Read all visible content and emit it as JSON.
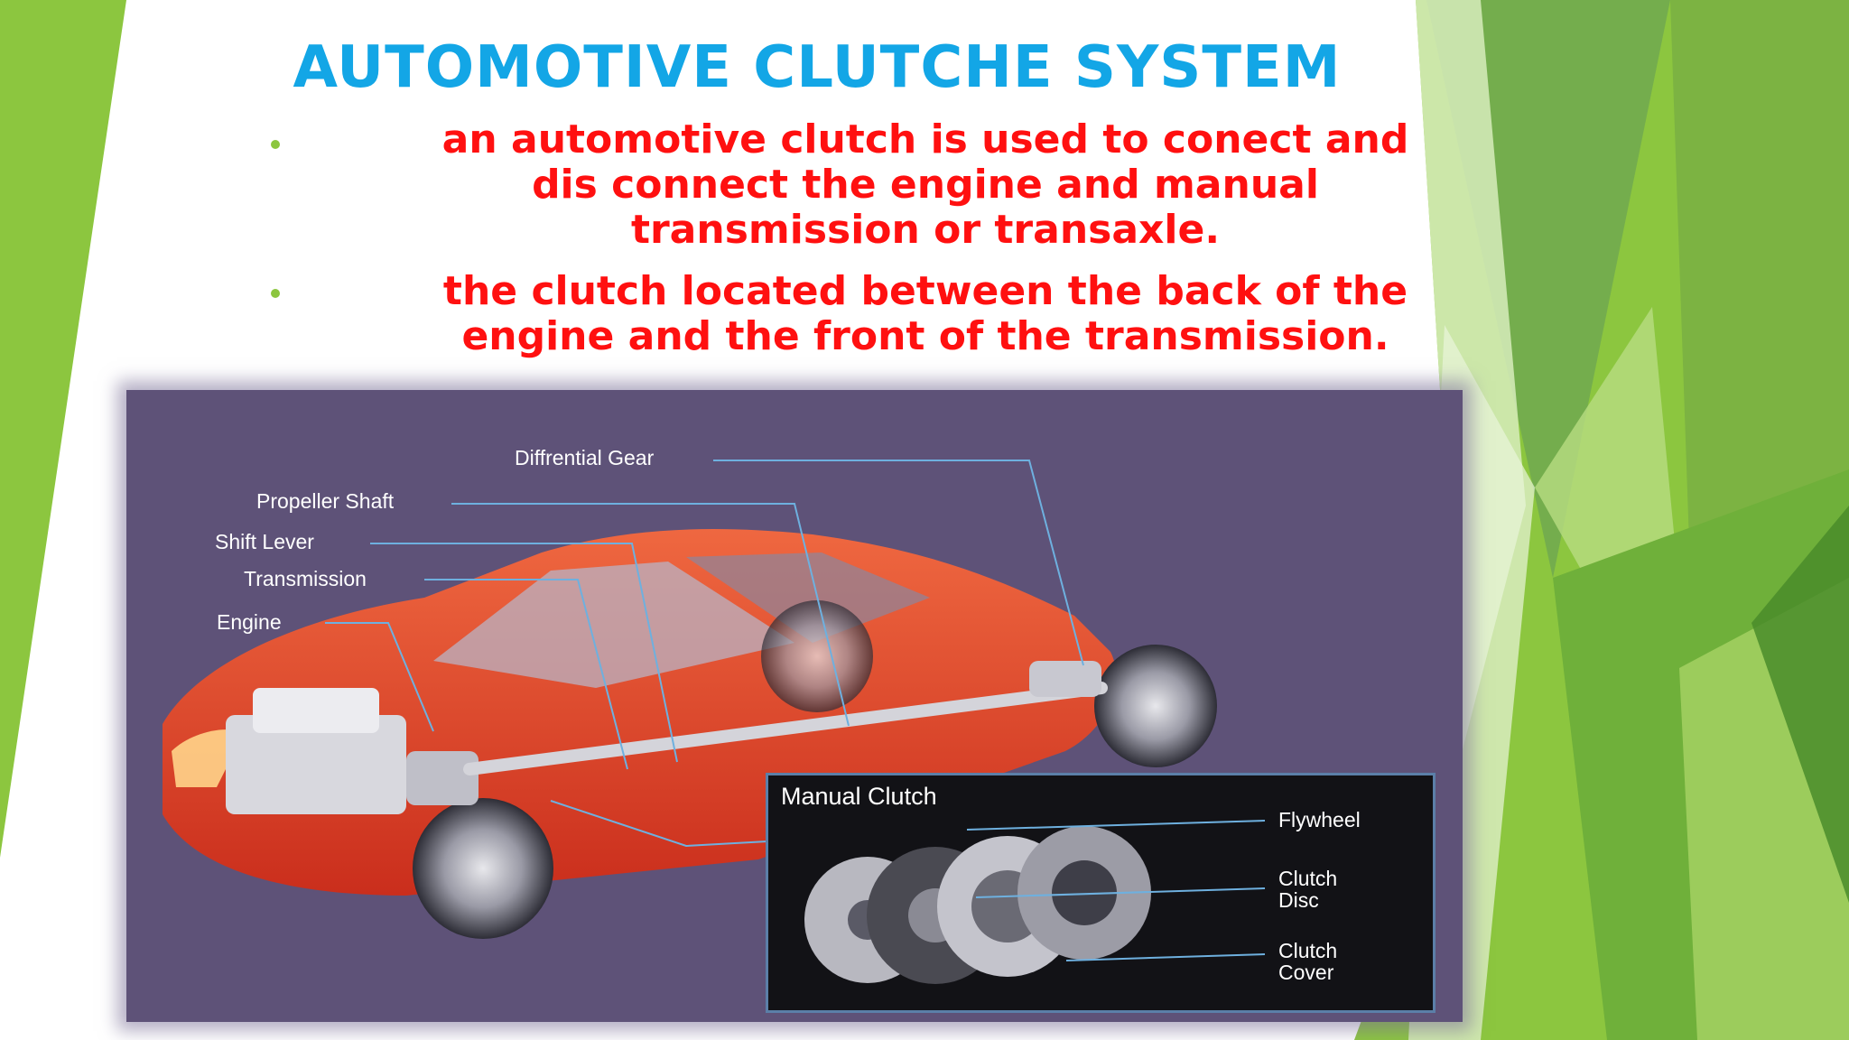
{
  "slide": {
    "title": "AUTOMOTIVE CLUTCHE SYSTEM",
    "bullets": [
      "an automotive clutch is used to conect and\ndis connect the engine and manual\ntransmission or transaxle.",
      "the clutch located between the back of the\nengine and the front of the transmission."
    ],
    "colors": {
      "title": "#13a6e6",
      "body": "#ff1010",
      "bullet": "#8cc63f",
      "accent_green": "#8cc63f"
    }
  },
  "figure": {
    "callouts": {
      "differential": "Diffrential Gear",
      "propeller": "Propeller Shaft",
      "shift_lever": "Shift Lever",
      "transmission": "Transmission",
      "engine": "Engine"
    },
    "inset": {
      "title": "Manual Clutch",
      "flywheel": "Flywheel",
      "clutch_disc": "Clutch\nDisc",
      "clutch_cover": "Clutch\nCover"
    }
  }
}
